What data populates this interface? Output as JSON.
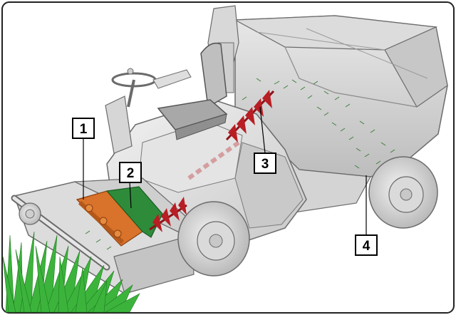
{
  "callouts": [
    {
      "id": "1",
      "label": "1"
    },
    {
      "id": "2",
      "label": "2"
    },
    {
      "id": "3",
      "label": "3"
    },
    {
      "id": "4",
      "label": "4"
    }
  ],
  "colors": {
    "body_light": "#ececec",
    "body_mid": "#d2d2d2",
    "body_dark": "#a9a9a9",
    "outline": "#6b6b6b",
    "cutter_orange": "#d9722a",
    "chamber_green": "#2e8b3a",
    "auger_red": "#b81e24",
    "grass_green": "#3cb43c",
    "clippings": "#3a7d3a"
  },
  "icons": {
    "machine": "ride-on-mower-illustration",
    "grass": "grass-tuft-illustration"
  }
}
